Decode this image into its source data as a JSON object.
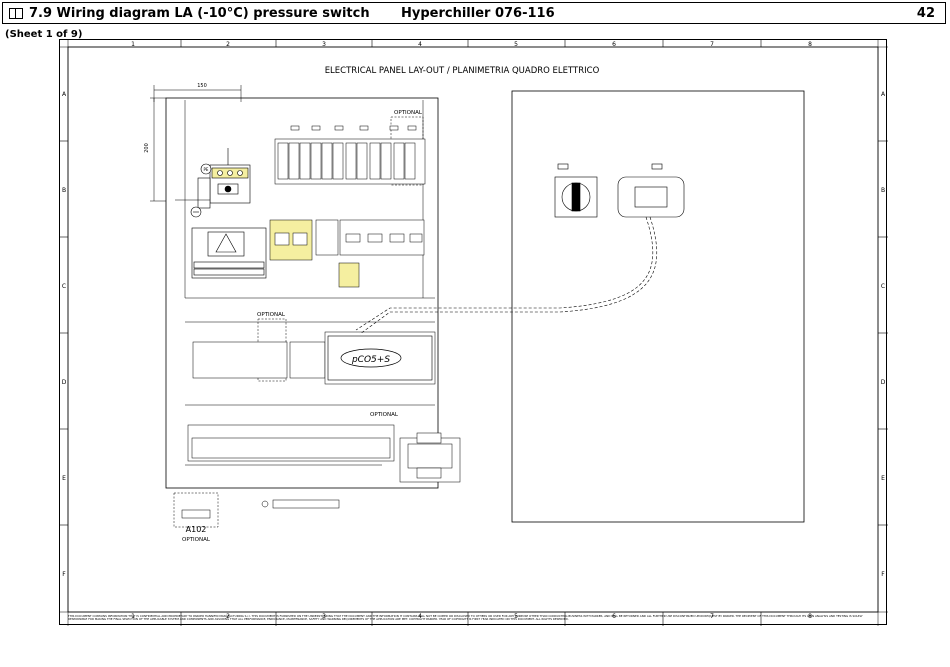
{
  "header": {
    "section_title": "7.9 Wiring diagram LA (-10°C) pressure switch",
    "product": "Hyperchiller 076-116",
    "page_number": "42"
  },
  "sheet_label": "(Sheet 1 of 9)",
  "drawing": {
    "title": "ELECTRICAL PANEL LAY-OUT / PLANIMETRIA QUADRO ELETTRICO",
    "col_labels": [
      "1",
      "2",
      "3",
      "4",
      "5",
      "6",
      "7",
      "8"
    ],
    "row_labels": [
      "A",
      "B",
      "C",
      "D",
      "E",
      "F"
    ],
    "dim_width": "150",
    "dim_height": "200",
    "optional_label": "OPTIONAL",
    "pco_label": "pCO5+S",
    "a102_label": "A102",
    "pe_label": "PE",
    "footer_text": "THIS DOCUMENT CONTAINS INFORMATION THAT IS CONFIDENTIAL AND PROPRIETARY TO PARKER HANNIFIN MANUFACTURING S.r.l. THIS DOCUMENT IS FURNISHED ON THE UNDERSTANDING THAT THE DOCUMENT AND THE INFORMATION IT CONTAINS WILL NOT BE COPIED OR DISCLOSED TO OTHERS OR USED FOR ANY PURPOSE OTHER THAN CONDUCTING BUSINESS WITH PARKER, AND WILL BE RETURNED AND ALL FURTHER USE DISCONTINUED UPON REQUEST BY PARKER. THE RECIPIENT OF THIS DOCUMENT THROUGH ITS OWN ANALYSIS AND TESTING IS SOLELY RESPONSIBLE FOR MAKING THE FINAL SELECTION OF THE APPLICABLE SYSTEM AND COMPONENTS AND ASSURING THAT ALL PERFORMANCE, ENDURANCE, MAINTENANCE, SAFETY AND WARNING REQUIREMENTS OF THE APPLICATION ARE MET. COPYRIGHT PARKER. YEAR OF COPYRIGHT IS FIRST YEAR INDICATED ON THIS DOCUMENT. ALL RIGHTS RESERVED."
  }
}
